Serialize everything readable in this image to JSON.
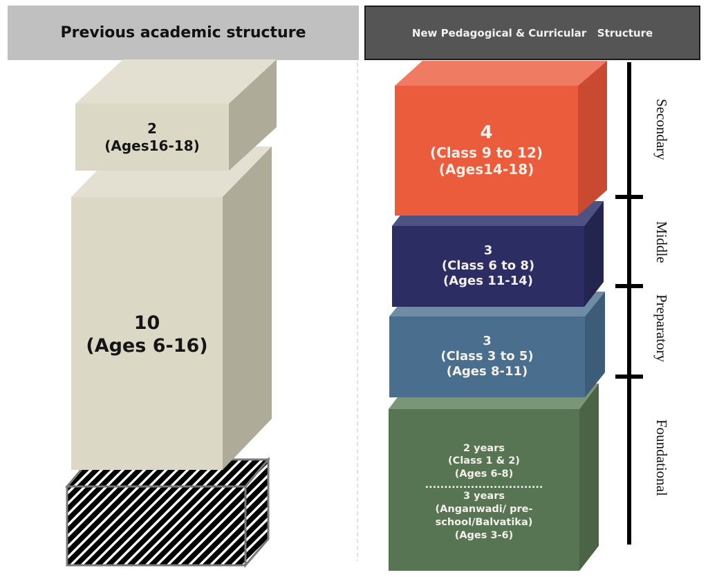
{
  "headers": {
    "previous": "Previous academic structure",
    "new": "New Pedagogical & Curricular   Structure"
  },
  "previous_structure": [
    {
      "years": "2",
      "ages": "(Ages16-18)",
      "color": "#dcd8c6"
    },
    {
      "years": "10",
      "ages": "(Ages 6-16)",
      "color": "#dcd8c6"
    },
    {
      "years": "",
      "ages": "",
      "pattern": "diagonal-stripes",
      "color": "#000000"
    }
  ],
  "new_structure": [
    {
      "stage": "Secondary",
      "years": "4",
      "classes": "(Class 9 to 12)",
      "ages": "(Ages14-18)",
      "color": "#eb5c3c"
    },
    {
      "stage": "Middle",
      "years": "3",
      "classes": "(Class 6 to 8)",
      "ages": "(Ages 11-14)",
      "color": "#2b2d63"
    },
    {
      "stage": "Preparatory",
      "years": "3",
      "classes": "(Class 3 to 5)",
      "ages": "(Ages 8-11)",
      "color": "#4a6e8e"
    },
    {
      "stage": "Foundational",
      "part1": {
        "years": "2 years",
        "classes": "(Class 1 & 2)",
        "ages": "(Ages 6-8)"
      },
      "separator": "...............................",
      "part2": {
        "years": "3 years",
        "line1": "(Anganwadi/ pre-",
        "line2": "school/Balvatika)",
        "ages": "(Ages 3-6)"
      },
      "color": "#577552"
    }
  ]
}
